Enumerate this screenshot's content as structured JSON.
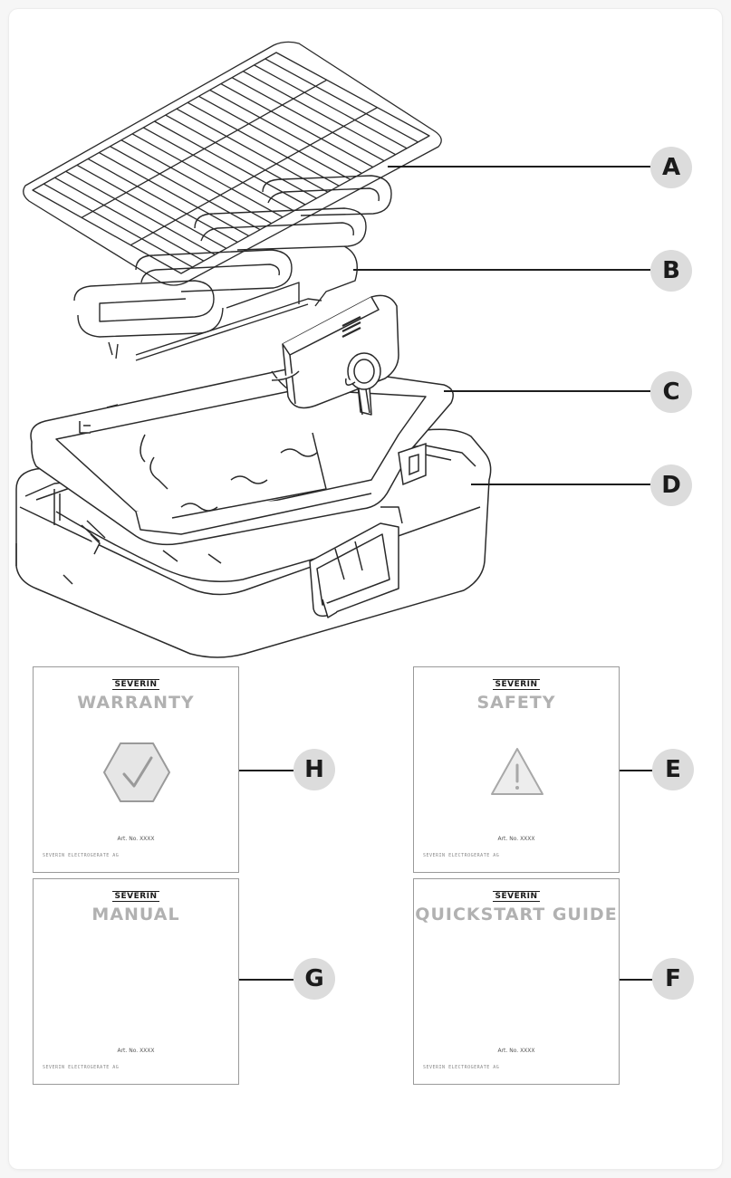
{
  "labels": {
    "a": "A",
    "b": "B",
    "c": "C",
    "d": "D",
    "e": "E",
    "f": "F",
    "g": "G",
    "h": "H"
  },
  "documents": {
    "warranty": {
      "brand": "SEVERIN",
      "title": "WARRANTY",
      "art_no": "Art. No. XXXX",
      "footer": "SEVERIN ELECTROGERATE AG",
      "icon": "checkmark-hexagon-icon"
    },
    "safety": {
      "brand": "SEVERIN",
      "title": "SAFETY",
      "art_no": "Art. No. XXXX",
      "footer": "SEVERIN ELECTROGERATE AG",
      "icon": "warning-triangle-icon"
    },
    "manual": {
      "brand": "SEVERIN",
      "title": "MANUAL",
      "art_no": "Art. No. XXXX",
      "footer": "SEVERIN ELECTROGERATE AG"
    },
    "quickstart": {
      "brand": "SEVERIN",
      "title": "QUICKSTART GUIDE",
      "art_no": "Art. No. XXXX",
      "footer": "SEVERIN ELECTROGERATE AG"
    }
  },
  "colors": {
    "line": "#1e1e1e",
    "badge": "#dcdcdc",
    "title_grey": "#b1b1b1",
    "icon_grey": "#9a9a9a"
  }
}
